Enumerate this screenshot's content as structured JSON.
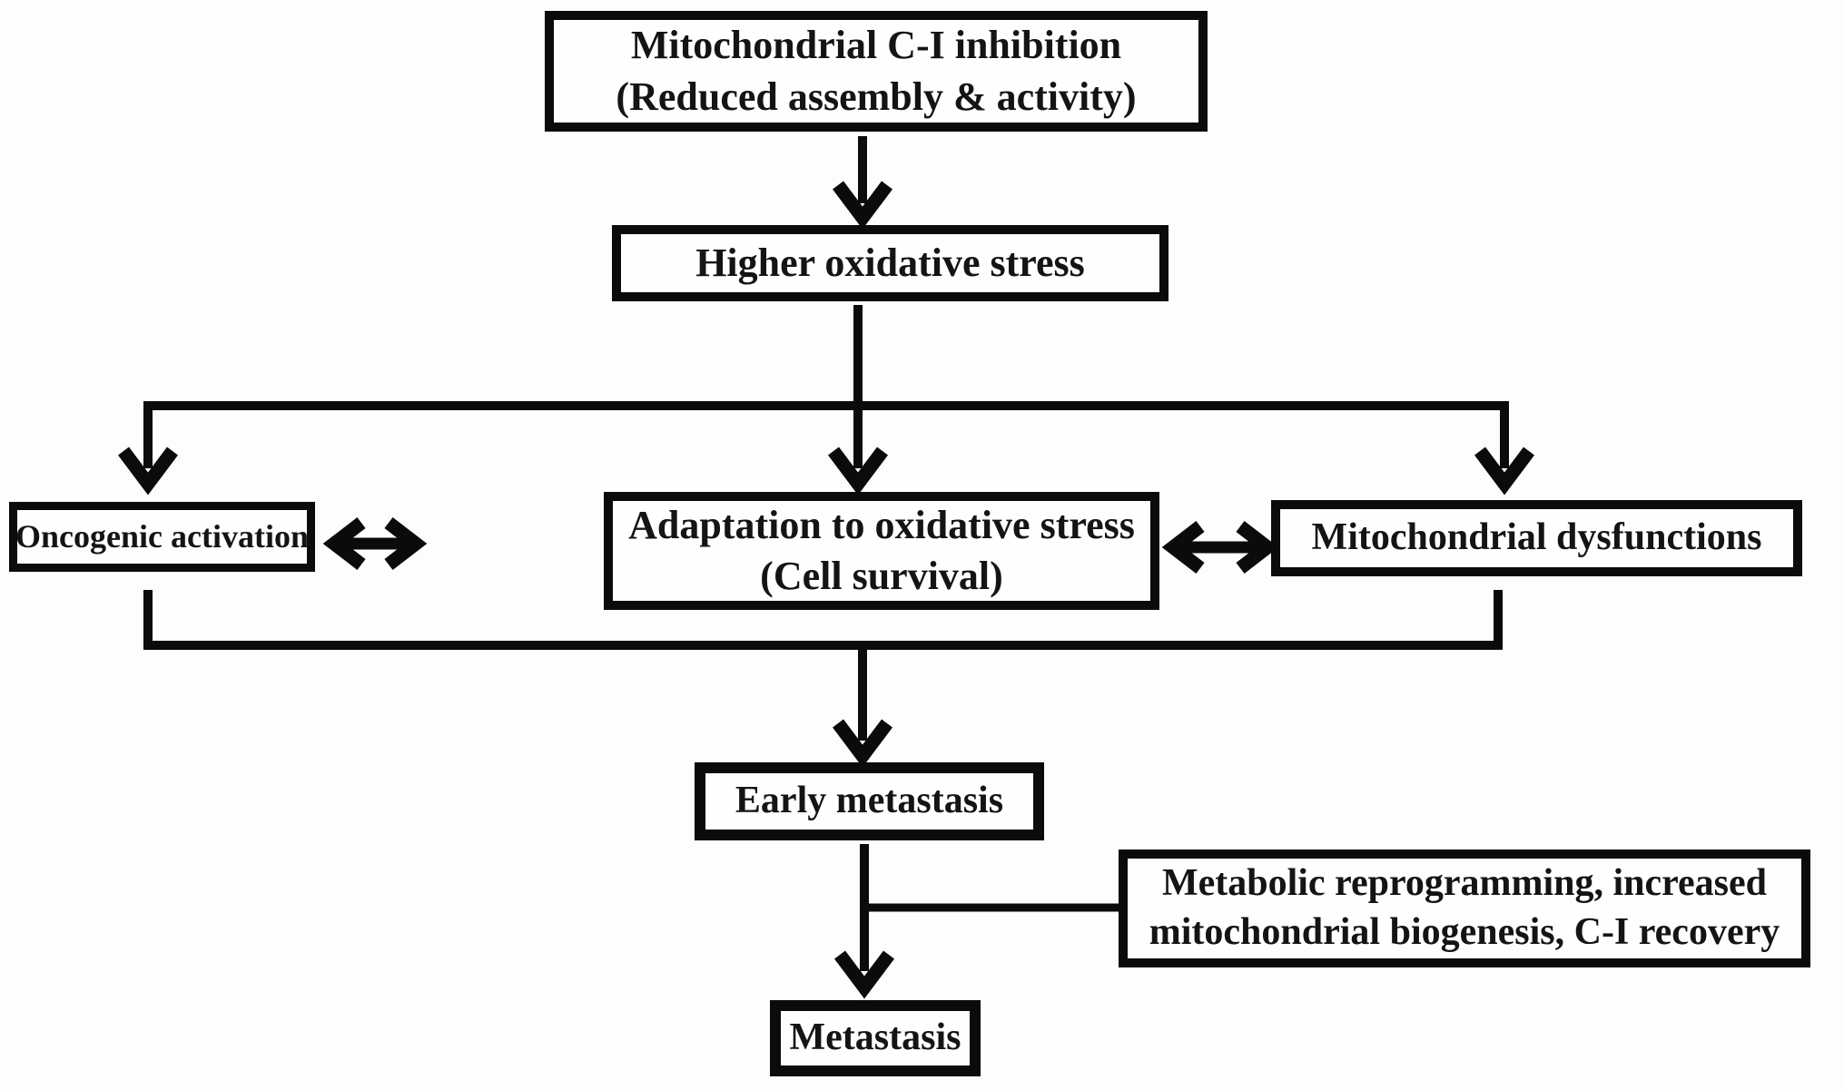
{
  "title": "Mitochondrial C-I inhibition to metastasis flowchart",
  "colors": {
    "line": "#0b0b0b",
    "text": "#141414",
    "background": "#fdfdfd",
    "box_fill": "#fefefe"
  },
  "nodes": {
    "ci_inhibition": {
      "line1": "Mitochondrial C-I inhibition",
      "line2": "(Reduced assembly & activity)"
    },
    "oxidative_stress": {
      "line1": "Higher oxidative stress"
    },
    "oncogenic_activation": {
      "line1": "Oncogenic activation"
    },
    "adaptation": {
      "line1": "Adaptation to oxidative stress",
      "line2": "(Cell survival)"
    },
    "mitochondrial_dysfunctions": {
      "line1": "Mitochondrial dysfunctions"
    },
    "early_metastasis": {
      "line1": "Early metastasis"
    },
    "metabolic_reprogramming": {
      "line1": "Metabolic reprogramming, increased",
      "line2": "mitochondrial biogenesis, C-I recovery"
    },
    "metastasis": {
      "line1": "Metastasis"
    }
  }
}
